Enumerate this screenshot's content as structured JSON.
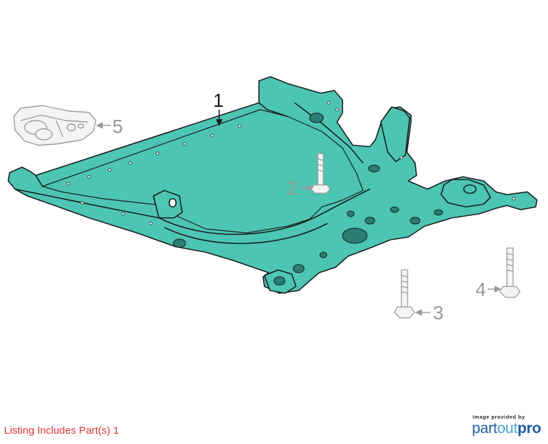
{
  "diagram": {
    "callouts": [
      {
        "id": "1",
        "label": "1",
        "active": true
      },
      {
        "id": "2",
        "label": "2",
        "active": false
      },
      {
        "id": "3",
        "label": "3",
        "active": false
      },
      {
        "id": "4",
        "label": "4",
        "active": false
      },
      {
        "id": "5",
        "label": "5",
        "active": false
      }
    ],
    "colors": {
      "highlight_fill": "#4cc5b3",
      "outline": "#1a1a1a",
      "inactive": "#9a9a9a",
      "inactive_fill": "#f4f4f4"
    }
  },
  "footer": {
    "listing_text": "Listing Includes Part(s) 1"
  },
  "branding": {
    "credit_text": "Image provided by",
    "brand_part1": "part",
    "brand_part2": "out",
    "brand_part3": "pro"
  }
}
